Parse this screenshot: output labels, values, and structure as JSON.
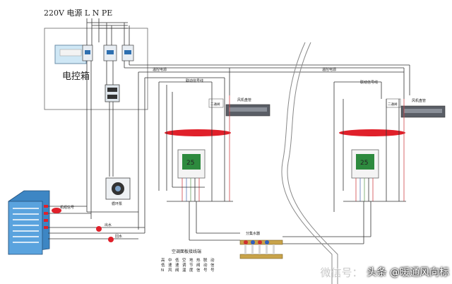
{
  "power_header": "220V 电源 L N PE",
  "control_box_label": "电控箱",
  "wire_labels": {
    "left_power": "温控电源",
    "left_signal": "联动信号线",
    "right_power": "温控电源",
    "right_signal": "联动信号线",
    "unit_signal": "机组信号",
    "pipe_out": "出水",
    "pipe_return": "回水",
    "fcu_left": "风机盘管",
    "fcu_right": "风机盘管",
    "valve_left": "二通阀",
    "valve_right": "二通阀",
    "pump": "循环泵",
    "manifold": "分集水器"
  },
  "legend": {
    "title": "空调面板接线端",
    "col1": [
      "高",
      "低",
      "N"
    ],
    "col2": [
      "中",
      "速",
      "风"
    ],
    "col3": [
      "低",
      "速",
      "阀"
    ],
    "col4": [
      "空",
      "调",
      "温"
    ],
    "col5": [
      "地",
      "节",
      "度"
    ],
    "col6": [
      "热",
      "阀",
      "信"
    ],
    "col7": [
      "联",
      "动",
      "号"
    ],
    "col8": [
      "动",
      "信",
      "号"
    ]
  },
  "thermostat_display": "25",
  "watermark": {
    "weixin": "微信号：",
    "toutiao": "头条 @暖通风向标"
  },
  "colors": {
    "red_ellipse": "#e0202a",
    "wire_dark": "#333333",
    "wire_red": "#d0454a",
    "wire_blue": "#5a78b8"
  }
}
